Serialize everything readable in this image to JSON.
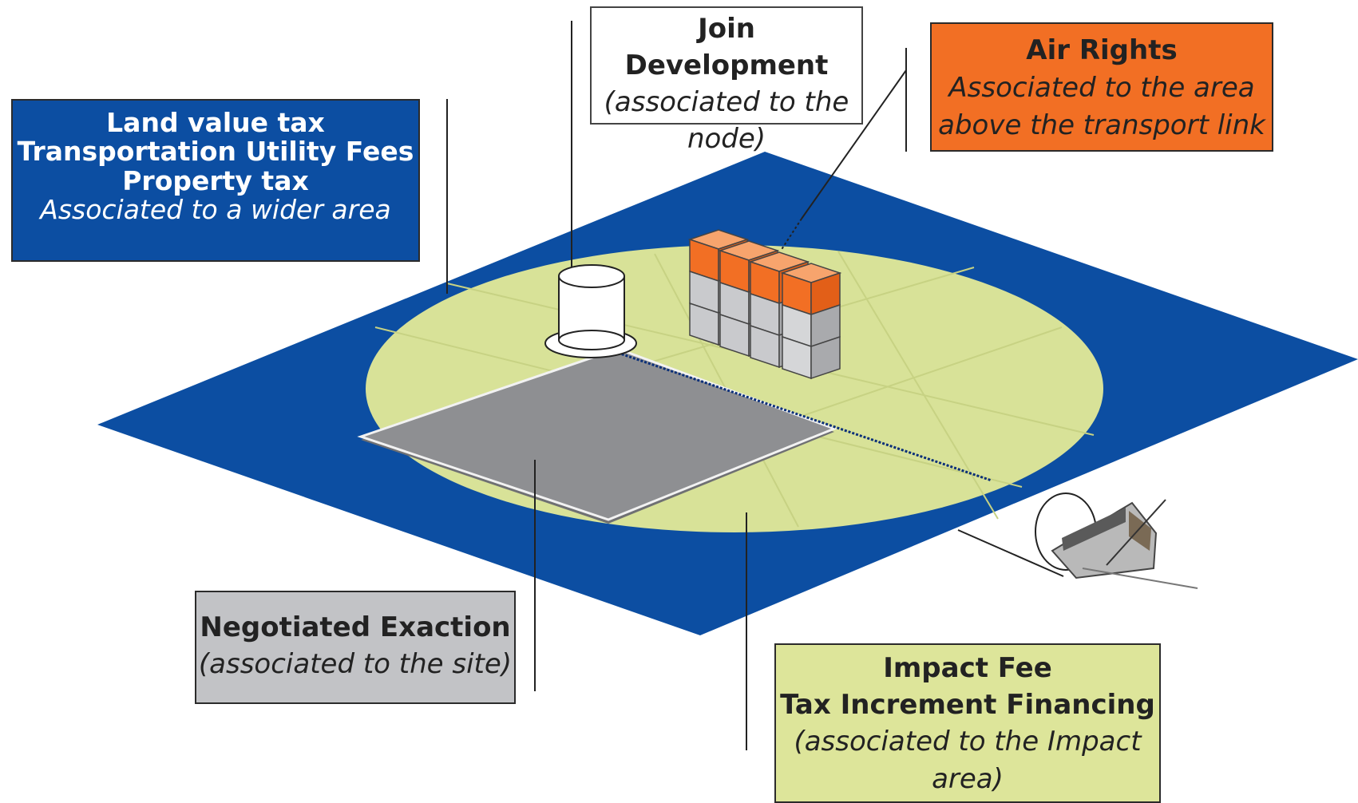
{
  "land_box": {
    "line1": "Land value tax",
    "line2": "Transportation Utility Fees",
    "line3": "Property tax",
    "line4": "Associated to a wider area"
  },
  "join_box": {
    "line1": "Join Development",
    "line2": "(associated to the",
    "line3": "node)"
  },
  "air_box": {
    "line1": "Air Rights",
    "line2": "Associated to the area",
    "line3": "above the transport link"
  },
  "negotiated_box": {
    "line1": "Negotiated Exaction",
    "line2": "(associated to the site)"
  },
  "impact_box": {
    "line1": "Impact Fee",
    "line2": "Tax Increment Financing",
    "line3": "(associated to the Impact",
    "line4": "area)"
  },
  "colors": {
    "wider_area": "#0c4ea2",
    "impact_area": "#d8e298",
    "site": "#8e8f92",
    "air_rights": "#f26f24",
    "negotiated_box": "#c2c3c6",
    "impact_box": "#dde59a"
  }
}
